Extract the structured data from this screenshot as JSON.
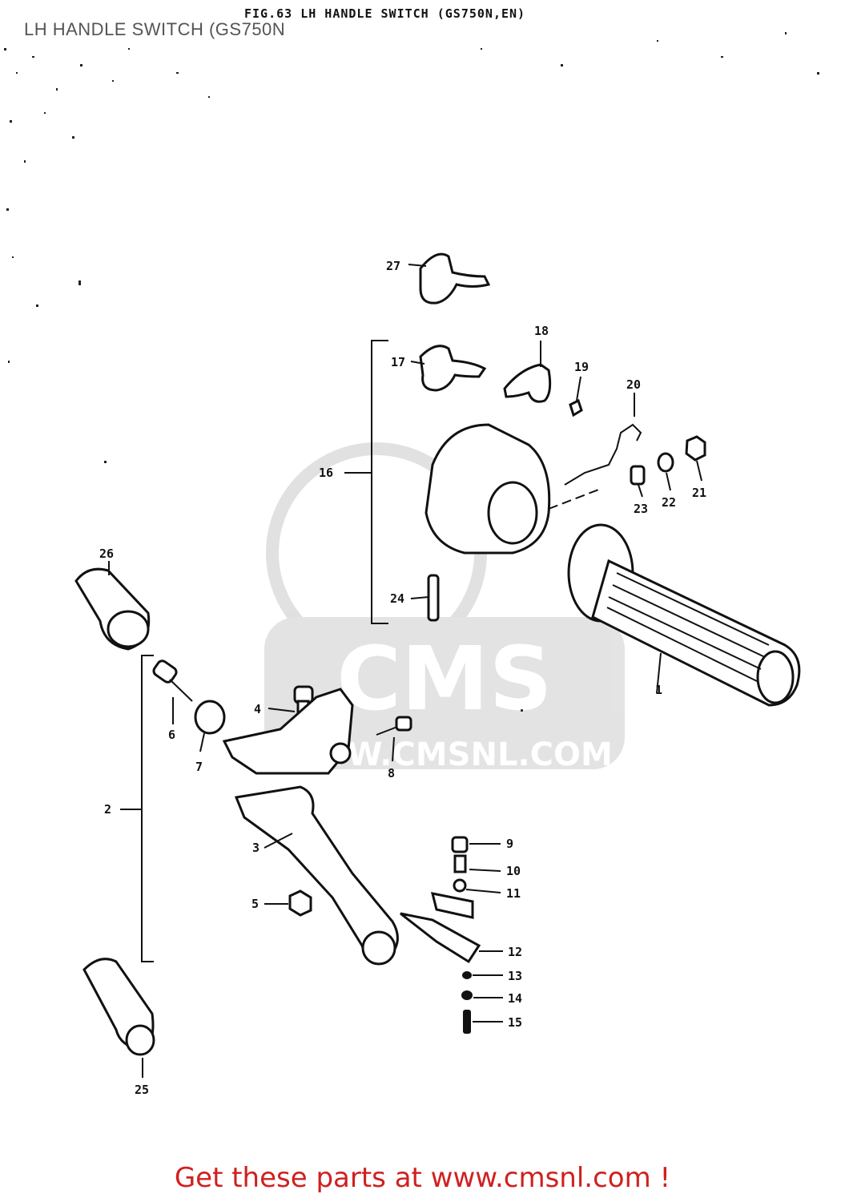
{
  "diagram": {
    "overlay_title": "LH HANDLE SWITCH (GS750N",
    "figure_title": "FIG.63  LH HANDLE SWITCH (GS750N,EN)",
    "watermark": {
      "brand": "CMS",
      "url": "WWW.CMSNL.COM"
    },
    "labels": [
      "1",
      "2",
      "3",
      "4",
      "5",
      "6",
      "7",
      "8",
      "9",
      "10",
      "11",
      "12",
      "13",
      "14",
      "15",
      "16",
      "17",
      "18",
      "19",
      "20",
      "21",
      "22",
      "23",
      "24",
      "25",
      "26",
      "27"
    ]
  },
  "footer": {
    "cta_text": "Get these parts at www.cmsnl.com !",
    "cta_color": "#d02020"
  }
}
